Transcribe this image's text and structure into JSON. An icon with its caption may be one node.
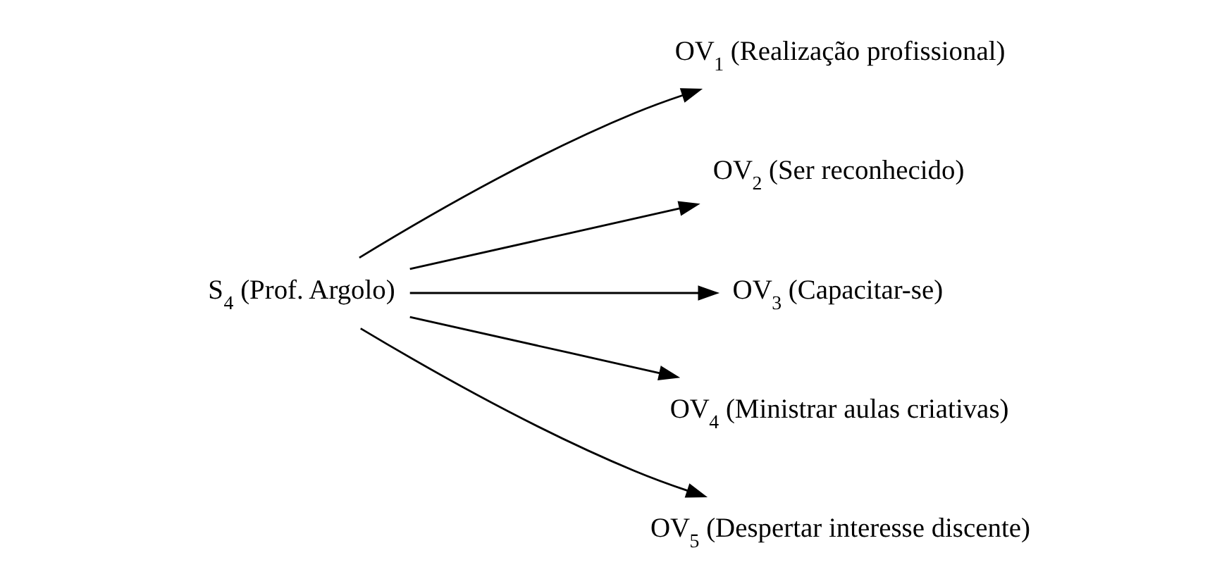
{
  "diagram": {
    "nodes": [
      {
        "text": [
          "S$_{4}$ (Prof. Argolo)"
        ]
      },
      {
        "text": [
          "OV$_{1}$ (Realização profissional)"
        ]
      },
      {
        "text": [
          "OV$_{2}$ (Ser reconhecido)"
        ]
      },
      {
        "text": [
          "OV$_{3}$ (Capacitar-se)"
        ]
      },
      {
        "text": [
          "OV$_{4}$ (Ministrar aulas criativas)"
        ]
      },
      {
        "text": [
          "OV$_{5}$ (Despertar interesse discente)"
        ]
      }
    ],
    "edges": [
      {
        "from": 0,
        "to": 1,
        "arrow": "to"
      },
      {
        "from": 0,
        "to": 2,
        "arrow": "to"
      },
      {
        "from": 0,
        "to": 3,
        "arrow": "to"
      },
      {
        "from": 0,
        "to": 4,
        "arrow": "to"
      },
      {
        "from": 0,
        "to": 5,
        "arrow": "to"
      }
    ]
  }
}
